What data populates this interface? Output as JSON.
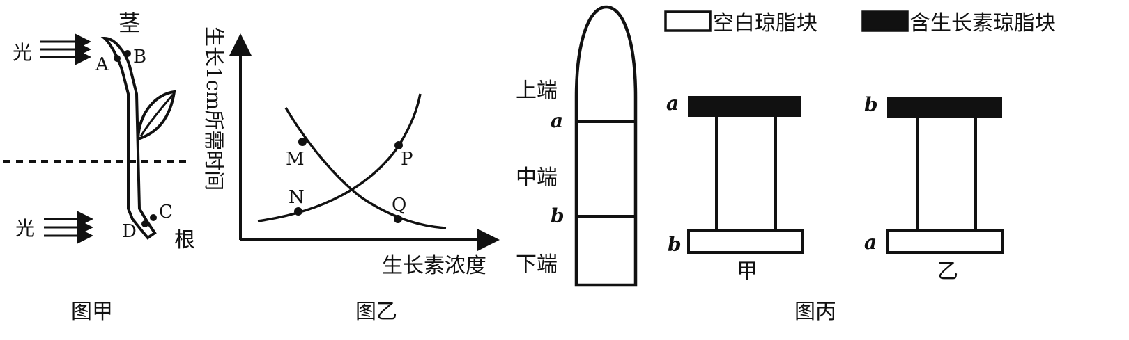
{
  "fig_jia": {
    "stem": "茎",
    "root": "根",
    "light_top": "光",
    "light_bottom": "光",
    "points": [
      "A",
      "B",
      "C",
      "D"
    ],
    "caption": "图甲"
  },
  "fig_yi": {
    "ylabel": "生长1cm所需时间",
    "xlabel": "生长素浓度",
    "points": [
      "M",
      "P",
      "N",
      "Q"
    ],
    "caption": "图乙"
  },
  "fig_bing": {
    "legend_blank": "空白琼脂块",
    "legend_filled": "含生长素琼脂块",
    "top": "上端",
    "a": "a",
    "mid": "中端",
    "b": "b",
    "bottom": "下端",
    "exp_jia": {
      "top_label": "a",
      "bottom_label": "b",
      "name": "甲"
    },
    "exp_yi": {
      "top_label": "b",
      "bottom_label": "a",
      "name": "乙"
    },
    "caption": "图丙"
  },
  "colors": {
    "ink": "#111111",
    "paper": "#ffffff"
  }
}
